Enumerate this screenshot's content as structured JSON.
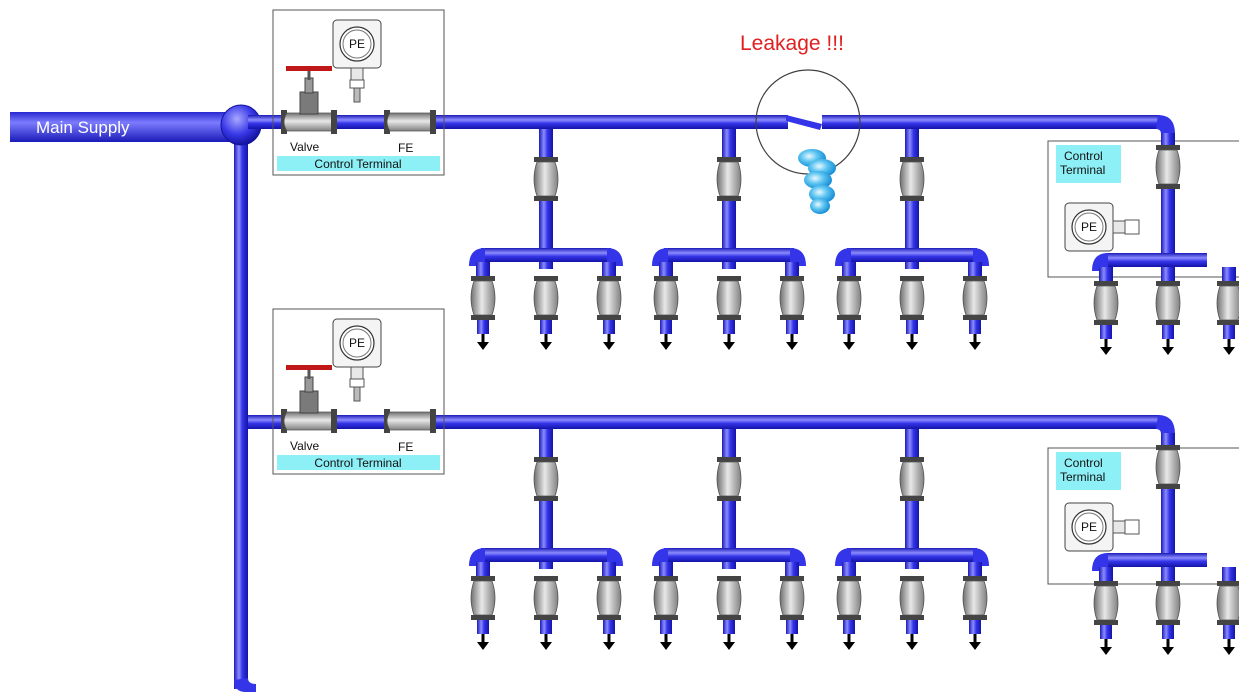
{
  "main_supply_label": "Main Supply",
  "leak_label": "Leakage !!!",
  "terminals": [
    {
      "valve_label": "Valve",
      "fe_label": "FE",
      "terminal_label": "Control Terminal",
      "pe_label": "PE"
    },
    {
      "valve_label": "Valve",
      "fe_label": "FE",
      "terminal_label": "Control Terminal",
      "pe_label": "PE"
    }
  ],
  "right_terminals": [
    {
      "line1": "Control",
      "line2": "Terminal",
      "pe_label": "PE"
    },
    {
      "line1": "Control",
      "line2": "Terminal",
      "pe_label": "PE"
    }
  ],
  "colors": {
    "pipe": "#3b3bf0",
    "pipe_dark": "#1c1cc0",
    "terminal_label_bg": "#8ef0f7",
    "leak_text": "#e02020",
    "water": "#2aa8e8",
    "valve_handle": "#c01818"
  }
}
